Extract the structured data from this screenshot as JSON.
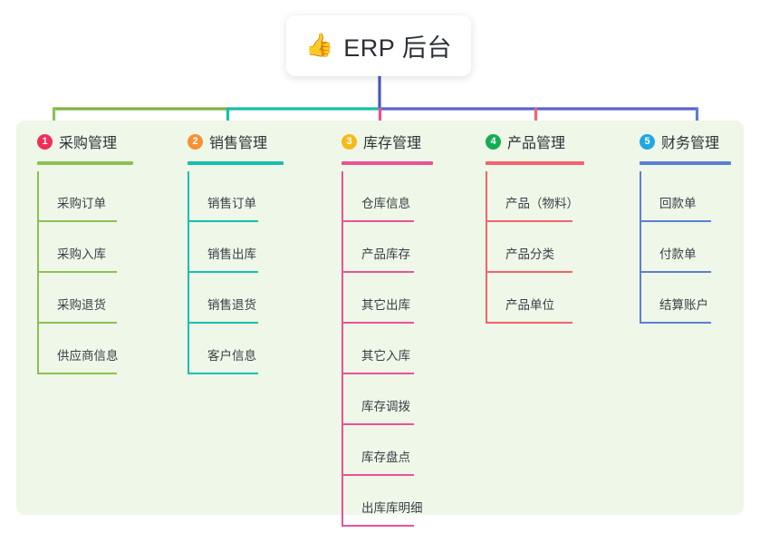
{
  "root": {
    "icon": "thumbs-up-icon",
    "emoji": "👍",
    "title": "ERP 后台"
  },
  "palette": {
    "panel_bg": "#eef7e8",
    "page_bg": "#ffffff",
    "card_bg": "#ffffff",
    "text": "#2e3238",
    "trunk_blue": "#4b55c4",
    "bar_green": "#7cb342",
    "bar_teal": "#16bfa6",
    "bar_blue": "#5a63cf"
  },
  "columns": [
    {
      "number": "1",
      "label": "采购管理",
      "badge_color": "#ef2f57",
      "line_color": "#8cc152",
      "stub_color": "#8cc152",
      "items": [
        "采购订单",
        "采购入库",
        "采购退货",
        "供应商信息"
      ]
    },
    {
      "number": "2",
      "label": "销售管理",
      "badge_color": "#f79133",
      "line_color": "#17bfb0",
      "stub_color": "#17bfb0",
      "items": [
        "销售订单",
        "销售出库",
        "销售退货",
        "客户信息"
      ]
    },
    {
      "number": "3",
      "label": "库存管理",
      "badge_color": "#f5bb1d",
      "line_color": "#e85398",
      "stub_color": "#ec4f8e",
      "items": [
        "仓库信息",
        "产品库存",
        "其它出库",
        "其它入库",
        "库存调拨",
        "库存盘点",
        "出库库明细"
      ]
    },
    {
      "number": "4",
      "label": "产品管理",
      "badge_color": "#16ac52",
      "line_color": "#f4636b",
      "stub_color": "#f4636b",
      "items": [
        "产品（物料）",
        "产品分类",
        "产品单位"
      ]
    },
    {
      "number": "5",
      "label": "财务管理",
      "badge_color": "#22a7e0",
      "line_color": "#5b7fd4",
      "stub_color": "#5b7fd4",
      "items": [
        "回款单",
        "付款单",
        "结算账户"
      ]
    }
  ]
}
